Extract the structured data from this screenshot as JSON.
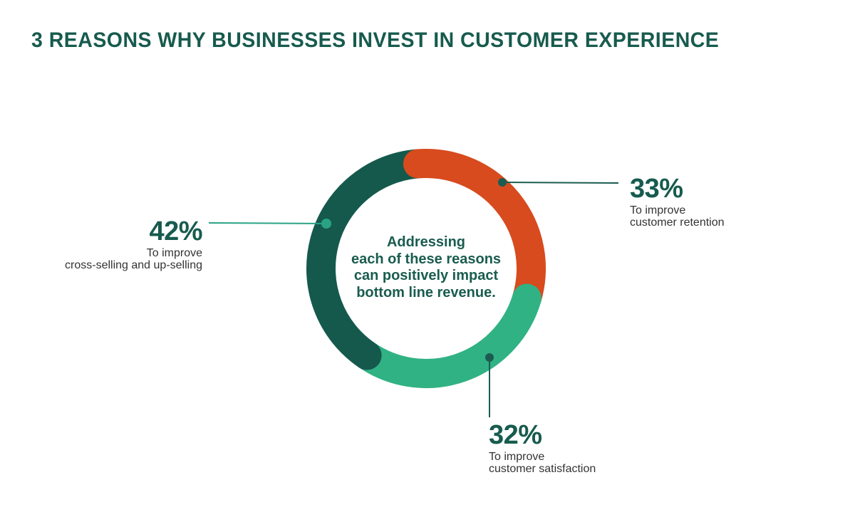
{
  "page": {
    "background": "#ffffff"
  },
  "header": {
    "title": "3 REASONS WHY BUSINESSES INVEST IN CUSTOMER EXPERIENCE",
    "color": "#175b4e"
  },
  "chart_data": {
    "type": "pie",
    "subtype": "donut",
    "title": "3 Reasons Why Businesses Invest in Customer Experience",
    "center_label": "Addressing each of these reasons can positively impact bottom line revenue.",
    "start_angle_deg": -4.5,
    "segments": [
      {
        "id": "retention",
        "label": "To improve customer retention",
        "value": 33,
        "display": "33%",
        "color": "#d74b1e"
      },
      {
        "id": "satisfaction",
        "label": "To improve customer satisfaction",
        "value": 32,
        "display": "32%",
        "color": "#30b284"
      },
      {
        "id": "upsell",
        "label": "To improve cross-selling and up-selling",
        "value": 42,
        "display": "42%",
        "color": "#15594d"
      }
    ],
    "legend_position": "callouts",
    "number_color": "#175b4e",
    "desc_color": "#333333",
    "leader_line_colors": {
      "upsell": "#2aa385",
      "retention": "#1b5c50",
      "satisfaction": "#1b5c50"
    }
  },
  "center": {
    "line1": "Addressing",
    "line2": "each of these reasons",
    "line3": "can positively impact",
    "line4": "bottom line revenue."
  },
  "callouts": {
    "upsell": {
      "value": "42%",
      "line1": "To improve",
      "line2": "cross-selling and up-selling"
    },
    "retention": {
      "value": "33%",
      "line1": "To improve",
      "line2": "customer retention"
    },
    "satisfaction": {
      "value": "32%",
      "line1": "To improve",
      "line2": "customer satisfaction"
    }
  }
}
